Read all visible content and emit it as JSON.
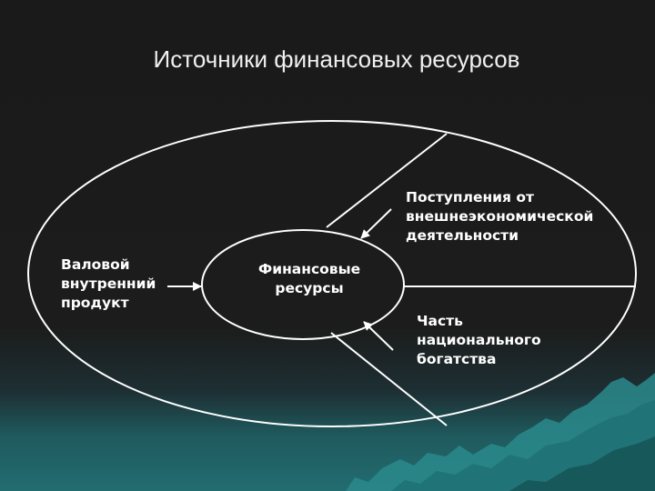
{
  "slide": {
    "title": "Источники финансовых ресурсов",
    "center": {
      "lines": [
        "Финансовые",
        "ресурсы"
      ]
    },
    "left": {
      "lines": [
        "Валовой",
        "внутренний",
        "продукт"
      ]
    },
    "top_right": {
      "lines": [
        "Поступления от",
        "внешнеэкономической",
        "деятельности"
      ]
    },
    "bottom_right": {
      "lines": [
        "Часть",
        "национального",
        "богатства"
      ]
    }
  },
  "colors": {
    "background": "#1a1a1a",
    "lines": "#ffffff",
    "text": "#ffffff",
    "mountains": "#2a8a8c"
  }
}
